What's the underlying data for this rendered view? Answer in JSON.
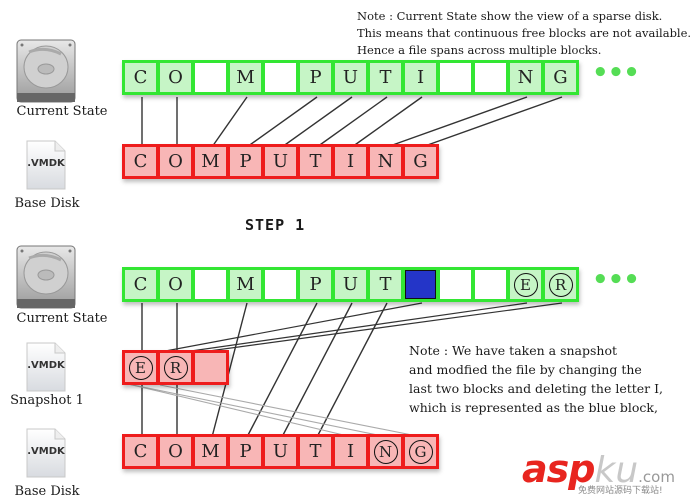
{
  "notes": {
    "top": [
      "Note : Current State show the view of a sparse disk.",
      "This means that continuous free blocks are not available.",
      "Hence a file spans across multiple blocks."
    ],
    "bottom": [
      "Note : We have taken a snapshot",
      "and modfied the file by changing the",
      "last two blocks and deleting the letter I,",
      "which is represented as the blue block,"
    ]
  },
  "step_label": "STEP 1",
  "disks": {
    "current_state_1": {
      "label": "Current State",
      "icon": "hard-drive-icon"
    },
    "base_disk_1": {
      "label": "Base Disk",
      "icon": "vmdk-file-icon",
      "file_ext": ".VMDK"
    },
    "current_state_2": {
      "label": "Current State",
      "icon": "hard-drive-icon"
    },
    "snapshot_1": {
      "label": "Snapshot 1",
      "icon": "vmdk-file-icon",
      "file_ext": ".VMDK"
    },
    "base_disk_2": {
      "label": "Base Disk",
      "icon": "vmdk-file-icon",
      "file_ext": ".VMDK"
    }
  },
  "rows": {
    "current_1": [
      {
        "t": "C"
      },
      {
        "t": "O"
      },
      {
        "t": "",
        "s": "empty"
      },
      {
        "t": "M"
      },
      {
        "t": "",
        "s": "empty"
      },
      {
        "t": "P"
      },
      {
        "t": "U"
      },
      {
        "t": "T"
      },
      {
        "t": "I"
      },
      {
        "t": "",
        "s": "empty"
      },
      {
        "t": "",
        "s": "empty"
      },
      {
        "t": "N"
      },
      {
        "t": "G"
      }
    ],
    "base_1": [
      {
        "t": "C"
      },
      {
        "t": "O"
      },
      {
        "t": "M"
      },
      {
        "t": "P"
      },
      {
        "t": "U"
      },
      {
        "t": "T"
      },
      {
        "t": "I"
      },
      {
        "t": "N"
      },
      {
        "t": "G"
      }
    ],
    "current_2": [
      {
        "t": "C"
      },
      {
        "t": "O"
      },
      {
        "t": "",
        "s": "empty"
      },
      {
        "t": "M"
      },
      {
        "t": "",
        "s": "empty"
      },
      {
        "t": "P"
      },
      {
        "t": "U"
      },
      {
        "t": "T"
      },
      {
        "t": "",
        "s": "blue"
      },
      {
        "t": "",
        "s": "empty"
      },
      {
        "t": "",
        "s": "empty"
      },
      {
        "t": "E",
        "s": "circled"
      },
      {
        "t": "R",
        "s": "circled"
      }
    ],
    "snapshot_1": [
      {
        "t": "E",
        "s": "circled"
      },
      {
        "t": "R",
        "s": "circled"
      },
      {
        "t": ""
      }
    ],
    "base_2": [
      {
        "t": "C"
      },
      {
        "t": "O"
      },
      {
        "t": "M"
      },
      {
        "t": "P"
      },
      {
        "t": "U"
      },
      {
        "t": "T"
      },
      {
        "t": "I"
      },
      {
        "t": "N",
        "s": "circled"
      },
      {
        "t": "G",
        "s": "circled"
      }
    ]
  },
  "continuation": "•••",
  "colors": {
    "green": "#33e633",
    "red": "#ee1c1c",
    "blue_block": "#2435c8"
  },
  "watermark": {
    "brand_a": "asp",
    "brand_b": "ku",
    "domain": ".com",
    "tagline": "免费网站源码下载站!"
  }
}
